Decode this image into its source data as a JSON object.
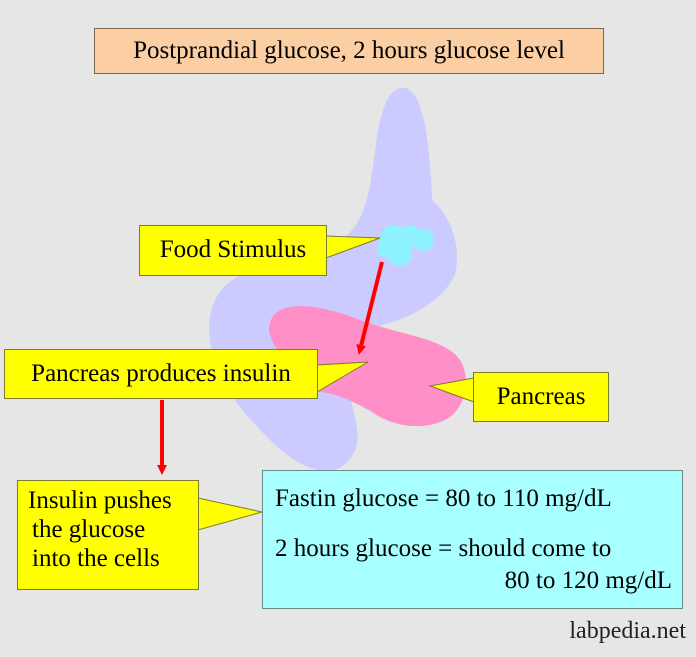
{
  "title": "Postprandial glucose, 2 hours glucose level",
  "callouts": {
    "food_stimulus": "Food Stimulus",
    "pancreas_produces": "Pancreas produces insulin",
    "pancreas": "Pancreas",
    "insulin_push": [
      "Insulin pushes",
      "the glucose",
      "into the cells"
    ]
  },
  "info": {
    "line1": "Fastin glucose = 80 to 110 mg/dL",
    "line2": "2 hours glucose = should come to",
    "line3": "80 to 120 mg/dL"
  },
  "watermark": "labpedia.net",
  "colors": {
    "background": "#e6e6e6",
    "stomach": "#cccbff",
    "pancreas": "#fe8fc7",
    "callout": "#ffff00",
    "title_box": "#fbcfa3",
    "info_box": "#a8ffff",
    "food": "#8ef2ff",
    "arrow": "#ff0000"
  }
}
